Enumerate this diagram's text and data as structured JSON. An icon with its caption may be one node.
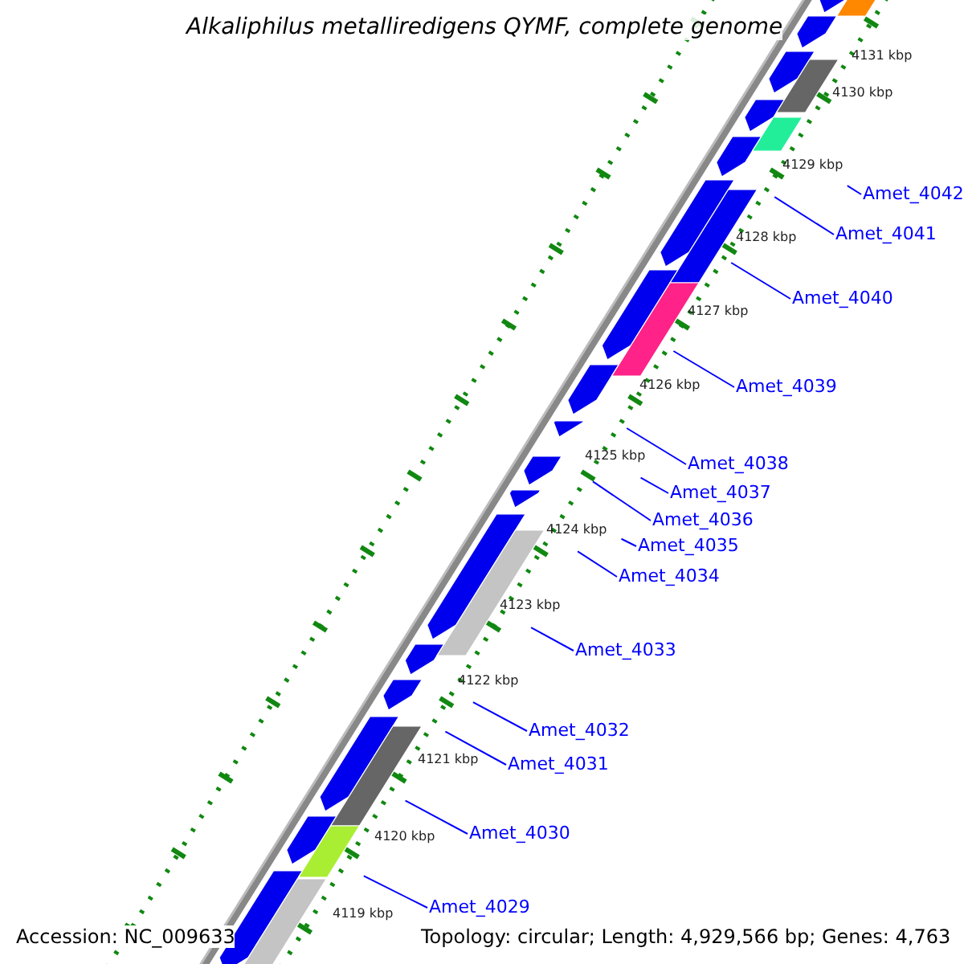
{
  "diagram": {
    "title": "Alkaliphilus metalliredigens QYMF, complete genome",
    "nodes": [
      {
        "text": [
          "Amet_4042"
        ]
      },
      {
        "text": [
          "Amet_4041"
        ]
      },
      {
        "text": [
          "Amet_4040"
        ]
      },
      {
        "text": [
          "Amet_4039"
        ]
      },
      {
        "text": [
          "Amet_4038"
        ]
      },
      {
        "text": [
          "Amet_4037"
        ]
      },
      {
        "text": [
          "Amet_4036"
        ]
      },
      {
        "text": [
          "Amet_4035"
        ]
      },
      {
        "text": [
          "Amet_4034"
        ]
      },
      {
        "text": [
          "Amet_4033"
        ]
      },
      {
        "text": [
          "Amet_4032"
        ]
      },
      {
        "text": [
          "Amet_4031"
        ]
      },
      {
        "text": [
          "Amet_4030"
        ]
      },
      {
        "text": [
          "Amet_4029"
        ]
      }
    ],
    "edges": [
      {
        "from": 0,
        "to": null,
        "arrow": "none"
      },
      {
        "from": 1,
        "to": null,
        "arrow": "none"
      },
      {
        "from": 2,
        "to": null,
        "arrow": "none"
      },
      {
        "from": 3,
        "to": null,
        "arrow": "none"
      },
      {
        "from": 4,
        "to": null,
        "arrow": "none"
      },
      {
        "from": 5,
        "to": null,
        "arrow": "none"
      },
      {
        "from": 6,
        "to": null,
        "arrow": "none"
      },
      {
        "from": 7,
        "to": null,
        "arrow": "none"
      },
      {
        "from": 8,
        "to": null,
        "arrow": "none"
      },
      {
        "from": 9,
        "to": null,
        "arrow": "none"
      },
      {
        "from": 10,
        "to": null,
        "arrow": "none"
      },
      {
        "from": 11,
        "to": null,
        "arrow": "none"
      },
      {
        "from": 12,
        "to": null,
        "arrow": "none"
      },
      {
        "from": 13,
        "to": null,
        "arrow": "none"
      }
    ],
    "labels": [
      "4131 kbp",
      "4130 kbp",
      "4129 kbp",
      "4128 kbp",
      "4127 kbp",
      "4126 kbp",
      "4125 kbp",
      "4124 kbp",
      "4123 kbp",
      "4122 kbp",
      "4121 kbp",
      "4120 kbp",
      "4119 kbp",
      "Accession: NC_009633",
      "Topology: circular; Length: 4,929,566 bp; Genes: 4,763"
    ]
  }
}
